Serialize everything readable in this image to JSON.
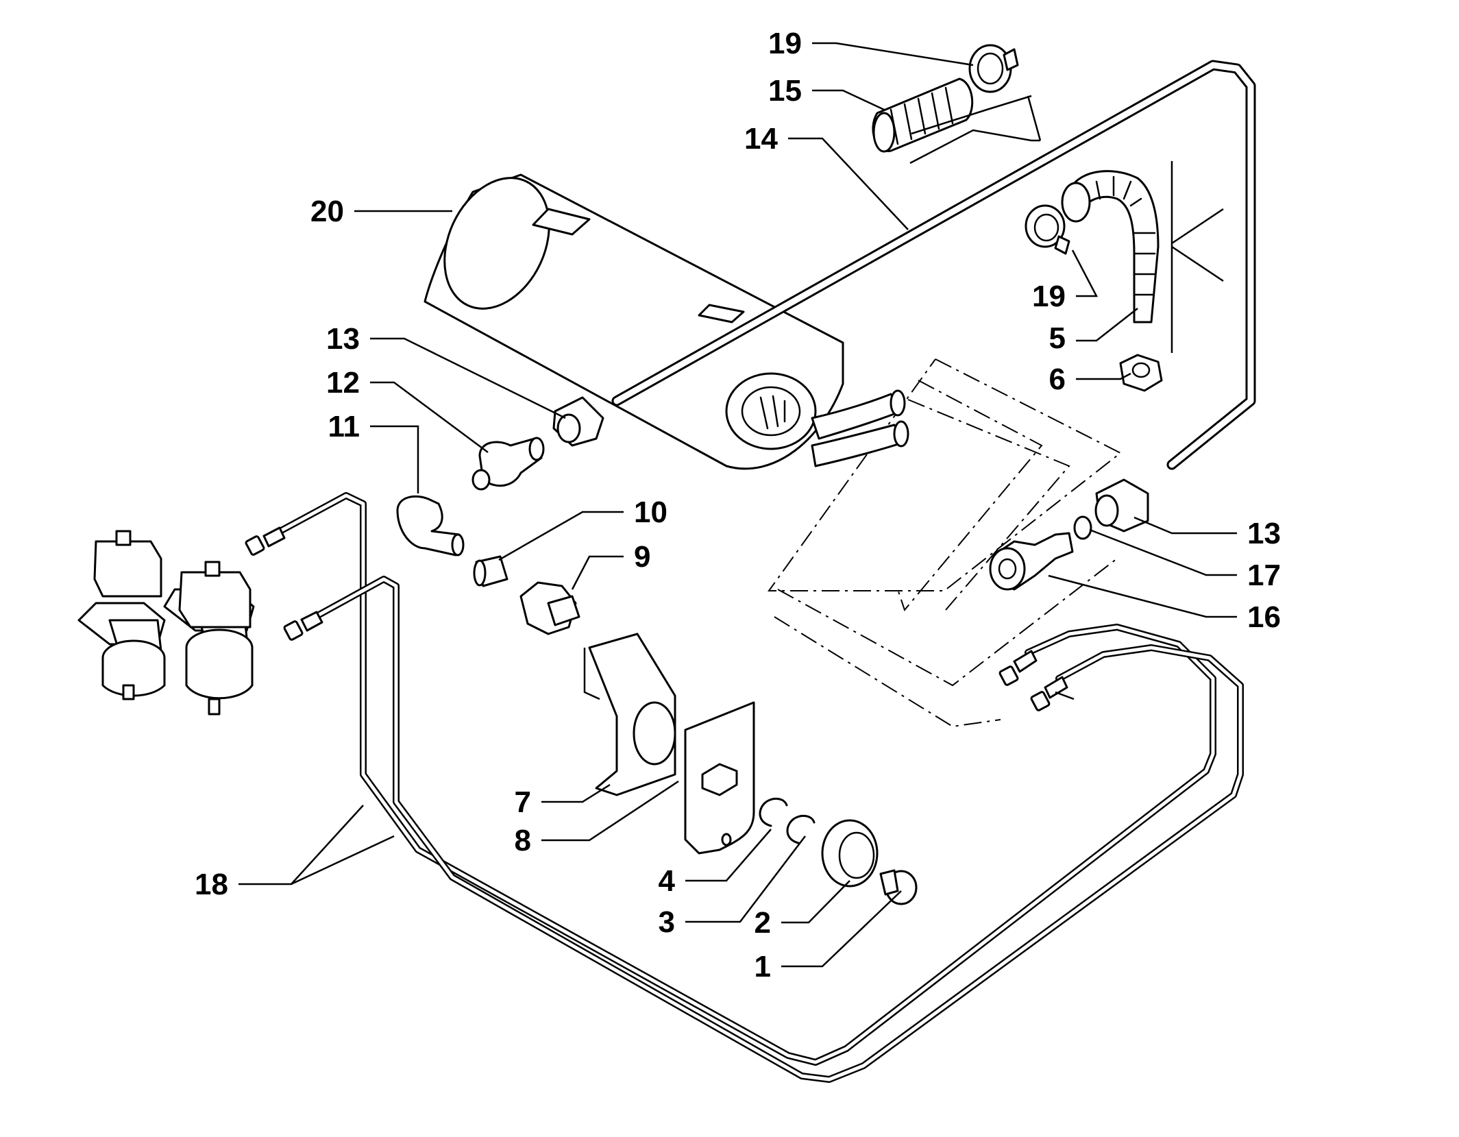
{
  "diagram": {
    "callouts": {
      "c1": "1",
      "c2": "2",
      "c3": "3",
      "c4": "4",
      "c5": "5",
      "c6": "6",
      "c7": "7",
      "c8": "8",
      "c9": "9",
      "c10": "10",
      "c11": "11",
      "c12": "12",
      "c13a": "13",
      "c13b": "13",
      "c14": "14",
      "c15": "15",
      "c16": "16",
      "c17": "17",
      "c18": "18",
      "c19a": "19",
      "c19b": "19",
      "c20": "20"
    }
  }
}
